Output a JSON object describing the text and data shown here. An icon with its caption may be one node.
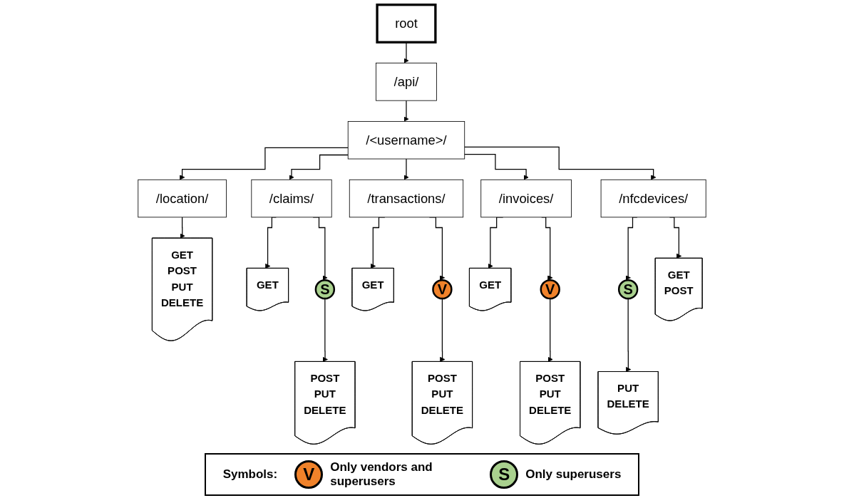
{
  "diagram": {
    "nodes": [
      {
        "text": [
          "root"
        ]
      },
      {
        "text": [
          "/api/"
        ]
      },
      {
        "text": [
          "/<username>/"
        ]
      },
      {
        "text": [
          "/location/"
        ]
      },
      {
        "text": [
          "/claims/"
        ]
      },
      {
        "text": [
          "/transactions/"
        ]
      },
      {
        "text": [
          "/invoices/"
        ]
      },
      {
        "text": [
          "/nfcdevices/"
        ]
      },
      {
        "text": [
          "S"
        ]
      },
      {
        "text": [
          "GET POST PUT DELETE"
        ]
      },
      {
        "text": [
          "GET"
        ]
      },
      {
        "text": [
          "S"
        ]
      },
      {
        "text": [
          "GET"
        ]
      },
      {
        "text": [
          "V"
        ]
      },
      {
        "text": [
          "GET"
        ]
      },
      {
        "text": [
          "V"
        ]
      },
      {
        "text": [
          "GET POST"
        ]
      },
      {
        "text": [
          "PUT DELETE"
        ]
      },
      {
        "text": [
          "POST PUT DELETE"
        ]
      },
      {
        "text": [
          "POST PUT DELETE"
        ]
      },
      {
        "text": [
          "POST PUT DELETE"
        ]
      }
    ],
    "edges": [
      {
        "from": 0,
        "to": 1,
        "arrow": "to"
      },
      {
        "from": 1,
        "to": 2,
        "arrow": "to"
      },
      {
        "from": 2,
        "to": 3,
        "arrow": "to"
      },
      {
        "from": 2,
        "to": 4,
        "arrow": "to"
      },
      {
        "from": 2,
        "to": 5,
        "arrow": "to"
      },
      {
        "from": 2,
        "to": 6,
        "arrow": "to"
      },
      {
        "from": 2,
        "to": 7,
        "arrow": "to"
      },
      {
        "from": 7,
        "to": 8,
        "arrow": "to"
      },
      {
        "from": 8,
        "to": 17,
        "arrow": "to"
      },
      {
        "from": 7,
        "to": 16,
        "arrow": "to"
      },
      {
        "from": 3,
        "to": 9,
        "arrow": "to"
      },
      {
        "from": 4,
        "to": 10,
        "arrow": "to"
      },
      {
        "from": 4,
        "to": 11,
        "arrow": "to"
      },
      {
        "from": 11,
        "to": 18,
        "arrow": "to"
      },
      {
        "from": 5,
        "to": 12,
        "arrow": "to"
      },
      {
        "from": 5,
        "to": 13,
        "arrow": "to"
      },
      {
        "from": 13,
        "to": 19,
        "arrow": "to"
      },
      {
        "from": 6,
        "to": 14,
        "arrow": "to"
      },
      {
        "from": 6,
        "to": 15,
        "arrow": "to"
      },
      {
        "from": 15,
        "to": 20,
        "arrow": "to"
      }
    ],
    "labels": [
      "Symbols:",
      "V",
      "S"
    ],
    "legend": [
      {
        "text": "Only vendors and superusers",
        "color": "#f0822a"
      },
      {
        "text": "Only superusers",
        "color": "#a9d18e"
      }
    ]
  }
}
